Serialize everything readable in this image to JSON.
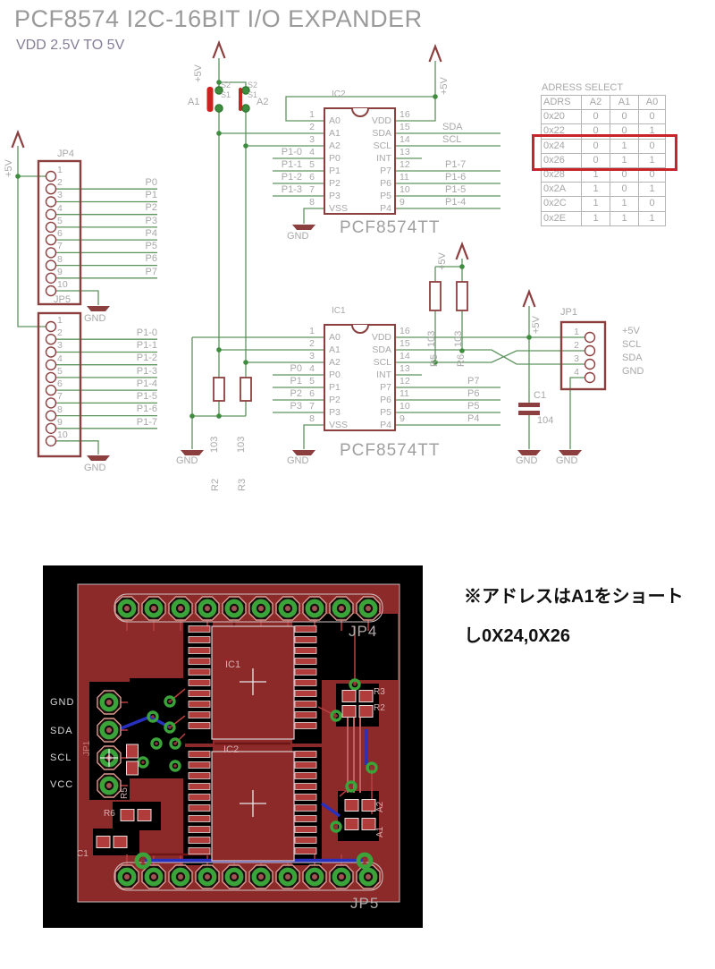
{
  "title": "PCF8574 I2C-16BIT I/O EXPANDER",
  "subtitle": "VDD 2.5V TO 5V",
  "nets": {
    "p5v": "+5V",
    "gnd": "GND",
    "sda": "SDA",
    "scl": "SCL"
  },
  "jp4": {
    "name": "JP4",
    "pin_numbers": [
      "1",
      "2",
      "3",
      "4",
      "5",
      "6",
      "7",
      "8",
      "9",
      "10"
    ],
    "ports": [
      "P0",
      "P1",
      "P2",
      "P3",
      "P4",
      "P5",
      "P6",
      "P7"
    ]
  },
  "jp5": {
    "name": "JP5",
    "pin_numbers": [
      "1",
      "2",
      "3",
      "4",
      "5",
      "6",
      "7",
      "8",
      "9",
      "10"
    ],
    "ports": [
      "P1-0",
      "P1-1",
      "P1-2",
      "P1-3",
      "P1-4",
      "P1-5",
      "P1-6",
      "P1-7"
    ]
  },
  "ic": {
    "value": "PCF8574TT",
    "left_pin_names": [
      "A0",
      "A1",
      "A2",
      "P0",
      "P1",
      "P2",
      "P3",
      "VSS"
    ],
    "right_pin_names": [
      "VDD",
      "SDA",
      "SCL",
      "INT",
      "P7",
      "P6",
      "P5",
      "P4"
    ],
    "left_pin_numbers": [
      "1",
      "2",
      "3",
      "4",
      "5",
      "6",
      "7",
      "8"
    ],
    "right_pin_numbers": [
      "16",
      "15",
      "14",
      "13",
      "12",
      "11",
      "10",
      "9"
    ]
  },
  "ic2": {
    "ref": "IC2",
    "left_nets": [
      "P1-0",
      "P1-1",
      "P1-2",
      "P1-3"
    ],
    "i2c_nets": [
      "SDA",
      "SCL"
    ],
    "right_nets": [
      "P1-7",
      "P1-6",
      "P1-5",
      "P1-4"
    ]
  },
  "ic1": {
    "ref": "IC1",
    "left_nets": [
      "P0",
      "P1",
      "P2",
      "P3"
    ],
    "right_nets": [
      "P7",
      "P6",
      "P5",
      "P4"
    ]
  },
  "jumpers": {
    "a1": "A1",
    "a2": "A2",
    "s1": "S1",
    "s2": "S2"
  },
  "parts": {
    "r2": "R2",
    "r3": "R3",
    "r5": "R5",
    "r6": "R6",
    "c1": "C1",
    "res_value": "103",
    "cap_value": "104"
  },
  "jp1": {
    "name": "JP1",
    "pin_numbers": [
      "1",
      "2",
      "3",
      "4"
    ],
    "nets": [
      "+5V",
      "SCL",
      "SDA",
      "GND"
    ]
  },
  "address_table": {
    "title": "ADRESS SELECT",
    "headers": [
      "ADRS",
      "A2",
      "A1",
      "A0"
    ],
    "rows": [
      [
        "0x20",
        "0",
        "0",
        "0"
      ],
      [
        "0x22",
        "0",
        "0",
        "1"
      ],
      [
        "0x24",
        "0",
        "1",
        "0"
      ],
      [
        "0x26",
        "0",
        "1",
        "1"
      ],
      [
        "0x28",
        "1",
        "0",
        "0"
      ],
      [
        "0x2A",
        "1",
        "0",
        "1"
      ],
      [
        "0x2C",
        "1",
        "1",
        "0"
      ],
      [
        "0x2E",
        "1",
        "1",
        "1"
      ]
    ],
    "highlighted_rows": [
      "0x24",
      "0x26"
    ]
  },
  "note": {
    "line1": "※アドレスはA1をショート",
    "line2": "し0X24,0X26"
  },
  "pcb": {
    "left_labels": [
      "GND",
      "SDA",
      "SCL",
      "VCC"
    ],
    "jp4": "JP4",
    "jp5": "JP5",
    "ic1": "IC1",
    "ic2": "IC2",
    "r2": "R2",
    "r3": "R3",
    "r5": "R5",
    "r6": "R6",
    "c1": "C1",
    "a1": "A1",
    "a2": "A2",
    "jp1": "JP1"
  },
  "colors": {
    "wire_green": "#5d935d",
    "component_maroon": "#8c3f3f",
    "highlight_red": "#c8252b",
    "jumper_red": "#cc2222",
    "board_red": "#8c2a2a",
    "pad_green": "#3aa43a",
    "trace_blue": "#2830c0",
    "text_gray": "#a8a8a8"
  }
}
